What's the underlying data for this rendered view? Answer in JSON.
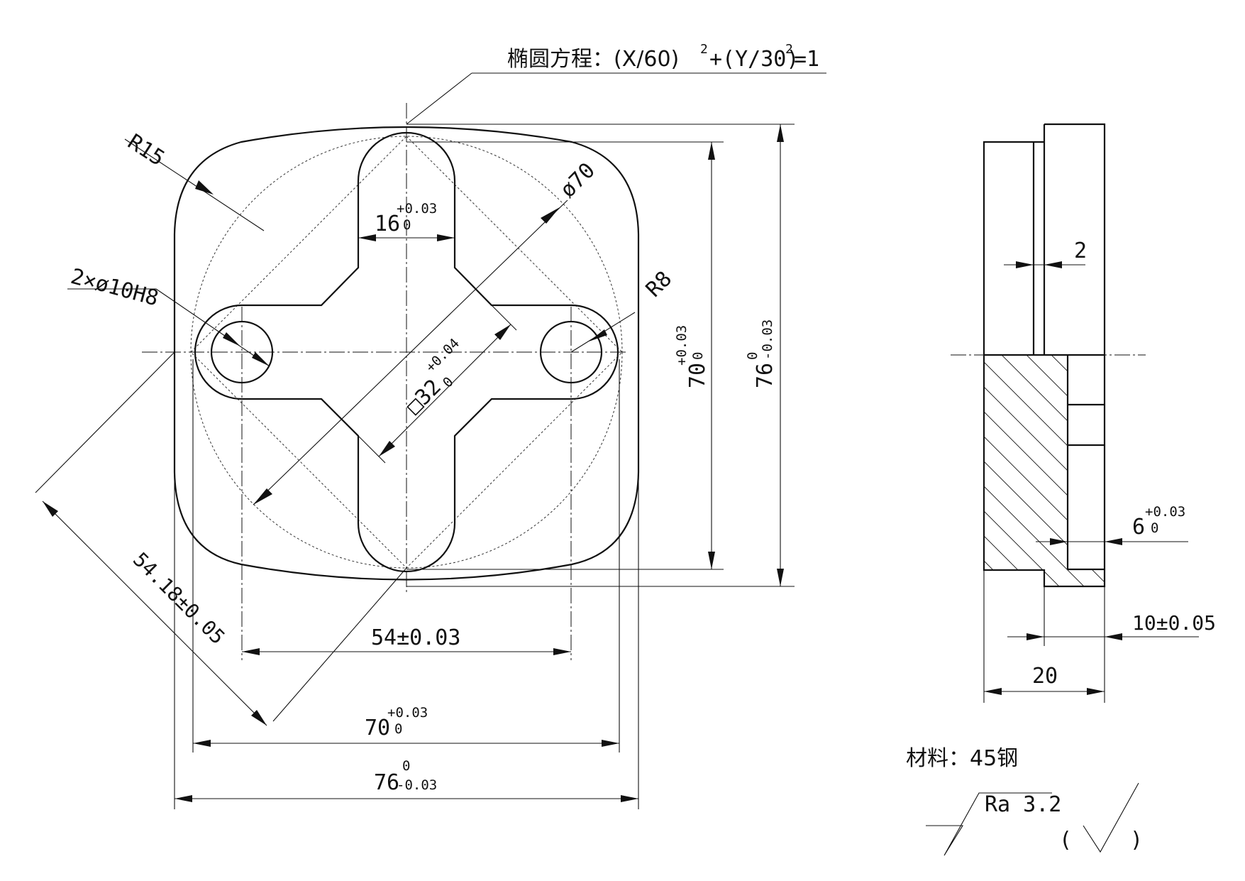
{
  "annotations": {
    "ellipse_equation_prefix": "椭圆方程：(X/60)",
    "ellipse_equation_exp1": "2",
    "ellipse_equation_mid": "+(Y/30)",
    "ellipse_equation_exp2": "2",
    "ellipse_equation_suffix": "=1",
    "r15": "R15",
    "r8": "R8",
    "phi70": "ø70",
    "holes": "2×ø10H8",
    "material": "材料：45钢",
    "roughness": "Ra 3.2",
    "roughness_other_open": "(",
    "roughness_other_close": ")"
  },
  "dimensions": {
    "slot_width": {
      "nominal": "16",
      "upper": "+0.03",
      "lower": "0"
    },
    "square": {
      "nominal": "□32",
      "upper": "+0.04",
      "lower": "0"
    },
    "diag": "54.18±0.05",
    "hole_spacing": "54±0.03",
    "inner_w": {
      "nominal": "70",
      "upper": "+0.03",
      "lower": "0"
    },
    "outer_w": {
      "nominal": "76",
      "upper": "0",
      "lower": "-0.03"
    },
    "inner_h": {
      "nominal": "70",
      "upper": "+0.03",
      "lower": "0"
    },
    "outer_h": {
      "nominal": "76",
      "upper": "0",
      "lower": "-0.03"
    },
    "side_2": "2",
    "side_6": {
      "nominal": "6",
      "upper": "+0.03",
      "lower": "0"
    },
    "side_10": "10±0.05",
    "side_20": "20"
  },
  "colors": {
    "line": "#111111",
    "background": "#ffffff"
  }
}
